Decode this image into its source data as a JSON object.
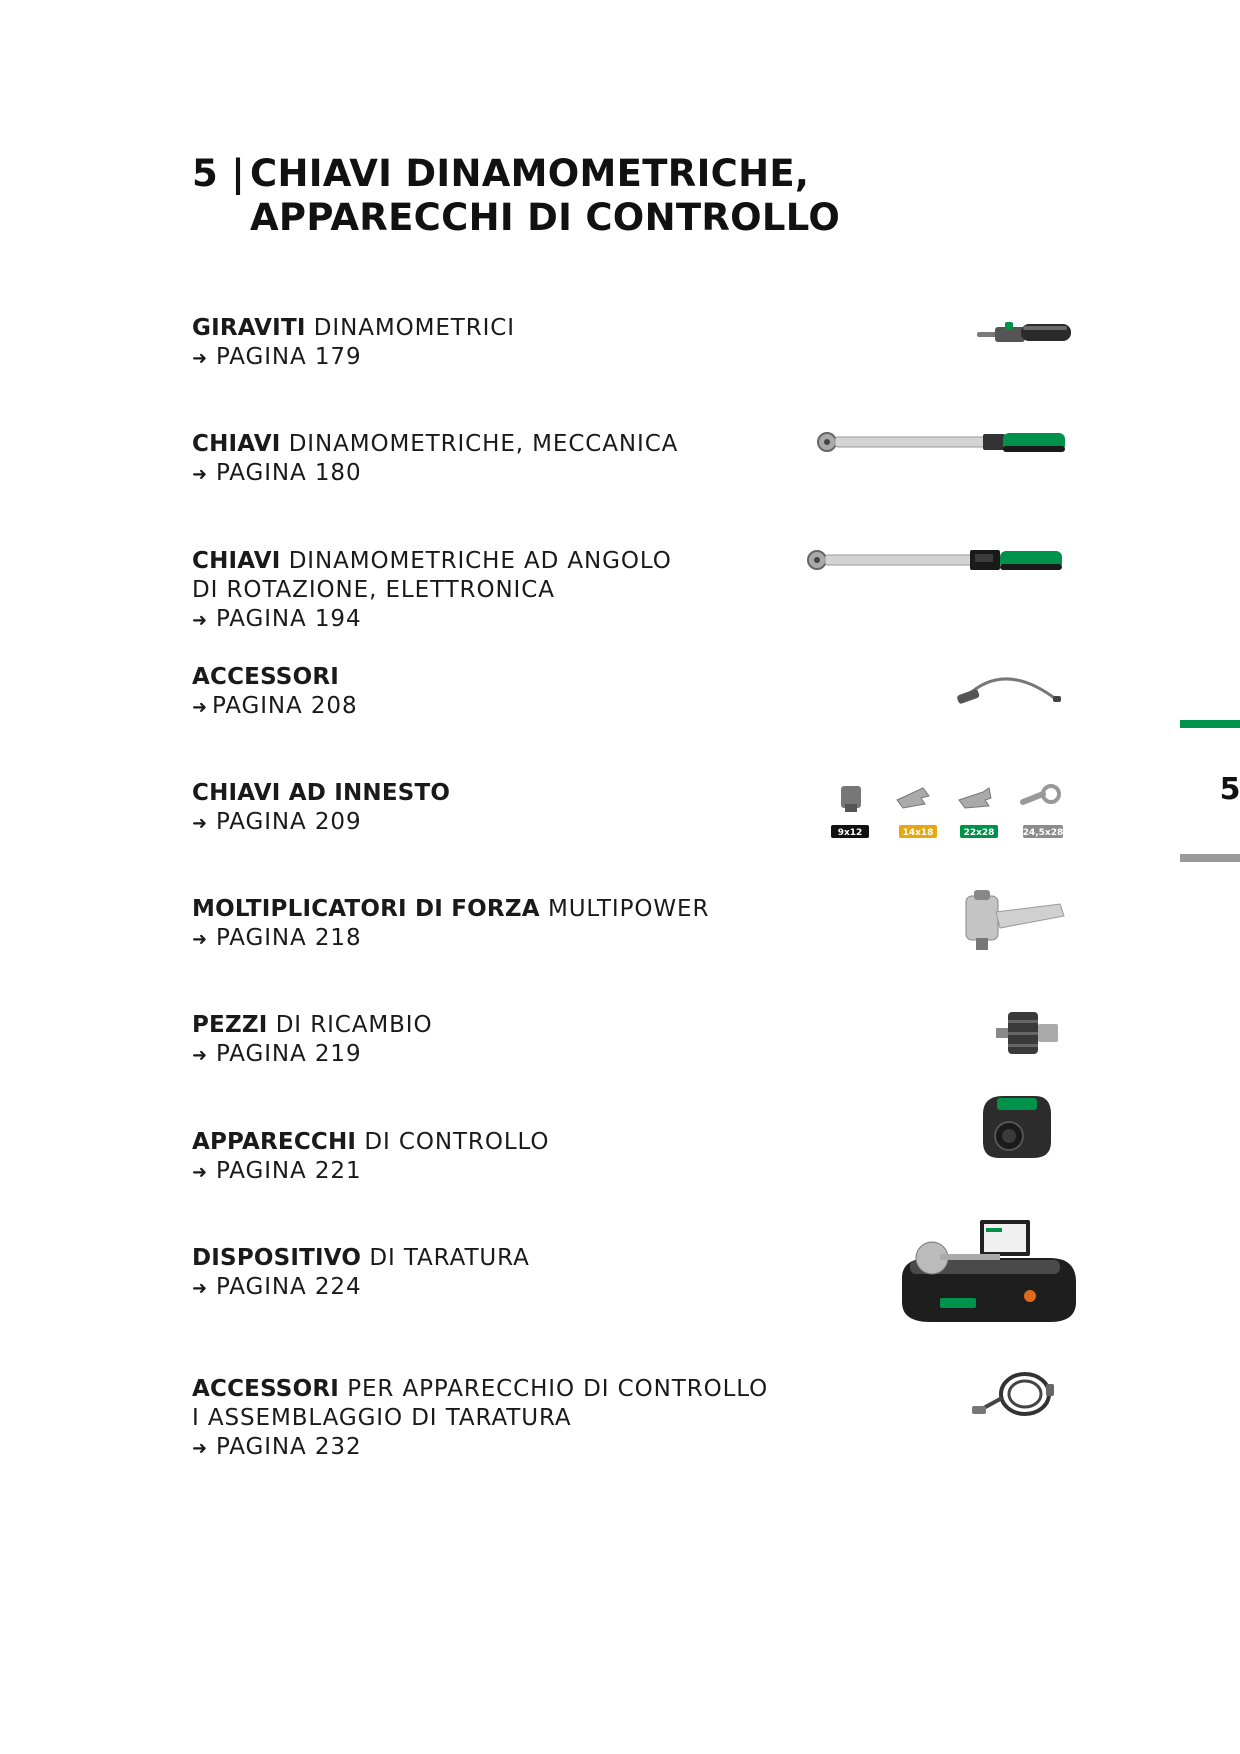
{
  "chapter": {
    "number": "5 |",
    "title_line1": "CHIAVI DINAMOMETRICHE,",
    "title_line2": "APPARECCHI DI CONTROLLO"
  },
  "side_tab": {
    "number": "5",
    "colors": {
      "top": "#00924a",
      "bottom": "#9a9a9a"
    }
  },
  "entries": [
    {
      "bold": "GIRAVITI",
      "rest": " DINAMOMETRICI",
      "line2": "",
      "page": "PAGINA 179",
      "icon": "torque-screwdriver-icon"
    },
    {
      "bold": "CHIAVI",
      "rest": " DINAMOMETRICHE, MECCANICA",
      "line2": "",
      "page": "PAGINA 180",
      "icon": "mechanical-torque-wrench-icon"
    },
    {
      "bold": "CHIAVI",
      "rest": " DINAMOMETRICHE AD ANGOLO",
      "line2": "DI ROTAZIONE, ELETTRONICA",
      "page": "PAGINA 194",
      "icon": "electronic-torque-wrench-icon"
    },
    {
      "bold": "ACCESSORI",
      "rest": "",
      "line2": "",
      "page": "PAGINA 208",
      "icon": "flexible-cable-icon"
    },
    {
      "bold": "CHIAVI AD INNESTO",
      "rest": "",
      "line2": "",
      "page": "PAGINA 209",
      "icon": "insert-tools-icon"
    },
    {
      "bold": "MOLTIPLICATORI DI FORZA",
      "rest": " MULTIPOWER",
      "line2": "",
      "page": "PAGINA 218",
      "icon": "torque-multiplier-icon"
    },
    {
      "bold": "PEZZI",
      "rest": " DI RICAMBIO",
      "line2": "",
      "page": "PAGINA 219",
      "icon": "spare-part-icon"
    },
    {
      "bold": "APPARECCHI",
      "rest": " DI CONTROLLO",
      "line2": "",
      "page": "PAGINA 221",
      "icon": "test-device-icon"
    },
    {
      "bold": "DISPOSITIVO",
      "rest": " DI TARATURA",
      "line2": "",
      "page": "PAGINA 224",
      "icon": "calibration-device-icon"
    },
    {
      "bold": "ACCESSORI",
      "rest": " PER APPARECCHIO DI CONTROLLO",
      "line2": "I ASSEMBLAGGIO DI TARATURA",
      "page": "PAGINA 232",
      "icon": "coiled-cable-icon"
    }
  ],
  "insert_tool_sizes": [
    {
      "label": "9x12",
      "color": "#111111"
    },
    {
      "label": "14x18",
      "color": "#e3a812"
    },
    {
      "label": "22x28",
      "color": "#00924a"
    },
    {
      "label": "24,5x28",
      "color": "#8c8c8c"
    }
  ],
  "arrow_glyph": "➜"
}
